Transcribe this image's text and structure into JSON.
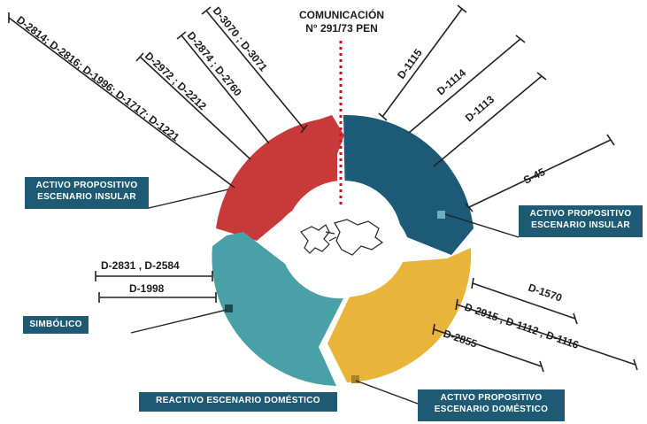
{
  "header": {
    "line1": "COMUNICACIÓN",
    "line2": "N° 291/73 PEN"
  },
  "segments": [
    {
      "label_lines": [
        "ACTIVO PROPOSITIVO",
        "ESCENARIO INSULAR"
      ],
      "color": "#c83a3a"
    },
    {
      "label_lines": [
        "ACTIVO PROPOSITIVO",
        "ESCENARIO INSULAR"
      ],
      "color": "#1d5a78"
    },
    {
      "label_lines": [
        "ACTIVO PROPOSITIVO",
        "ESCENARIO DOMÉSTICO"
      ],
      "color": "#e8b43a"
    },
    {
      "label_lines": [
        "REACTIVO ESCENARIO DOMÉSTICO"
      ],
      "color": "#4aa0a7"
    },
    {
      "label_lines": [
        "SIMBÓLICO"
      ],
      "color": "#4aa0a7"
    }
  ],
  "leaders": [
    "D-2814; D-2816; D-1996; D-1717; D-1221",
    "D-2972 ; D-2212",
    "D-2874 ; D-2760",
    "D-3070 ; D-3071",
    "D-1115",
    "D-1114",
    "D-1113",
    "S-45",
    "D-1570",
    "D-2915 , D-1112 , D-1116",
    "D-2855",
    "D-2831 , D-2584",
    "D-1998"
  ],
  "accent": "#c8102e",
  "box_color": "#1e5a73",
  "center_icon": "islands-map-icon"
}
